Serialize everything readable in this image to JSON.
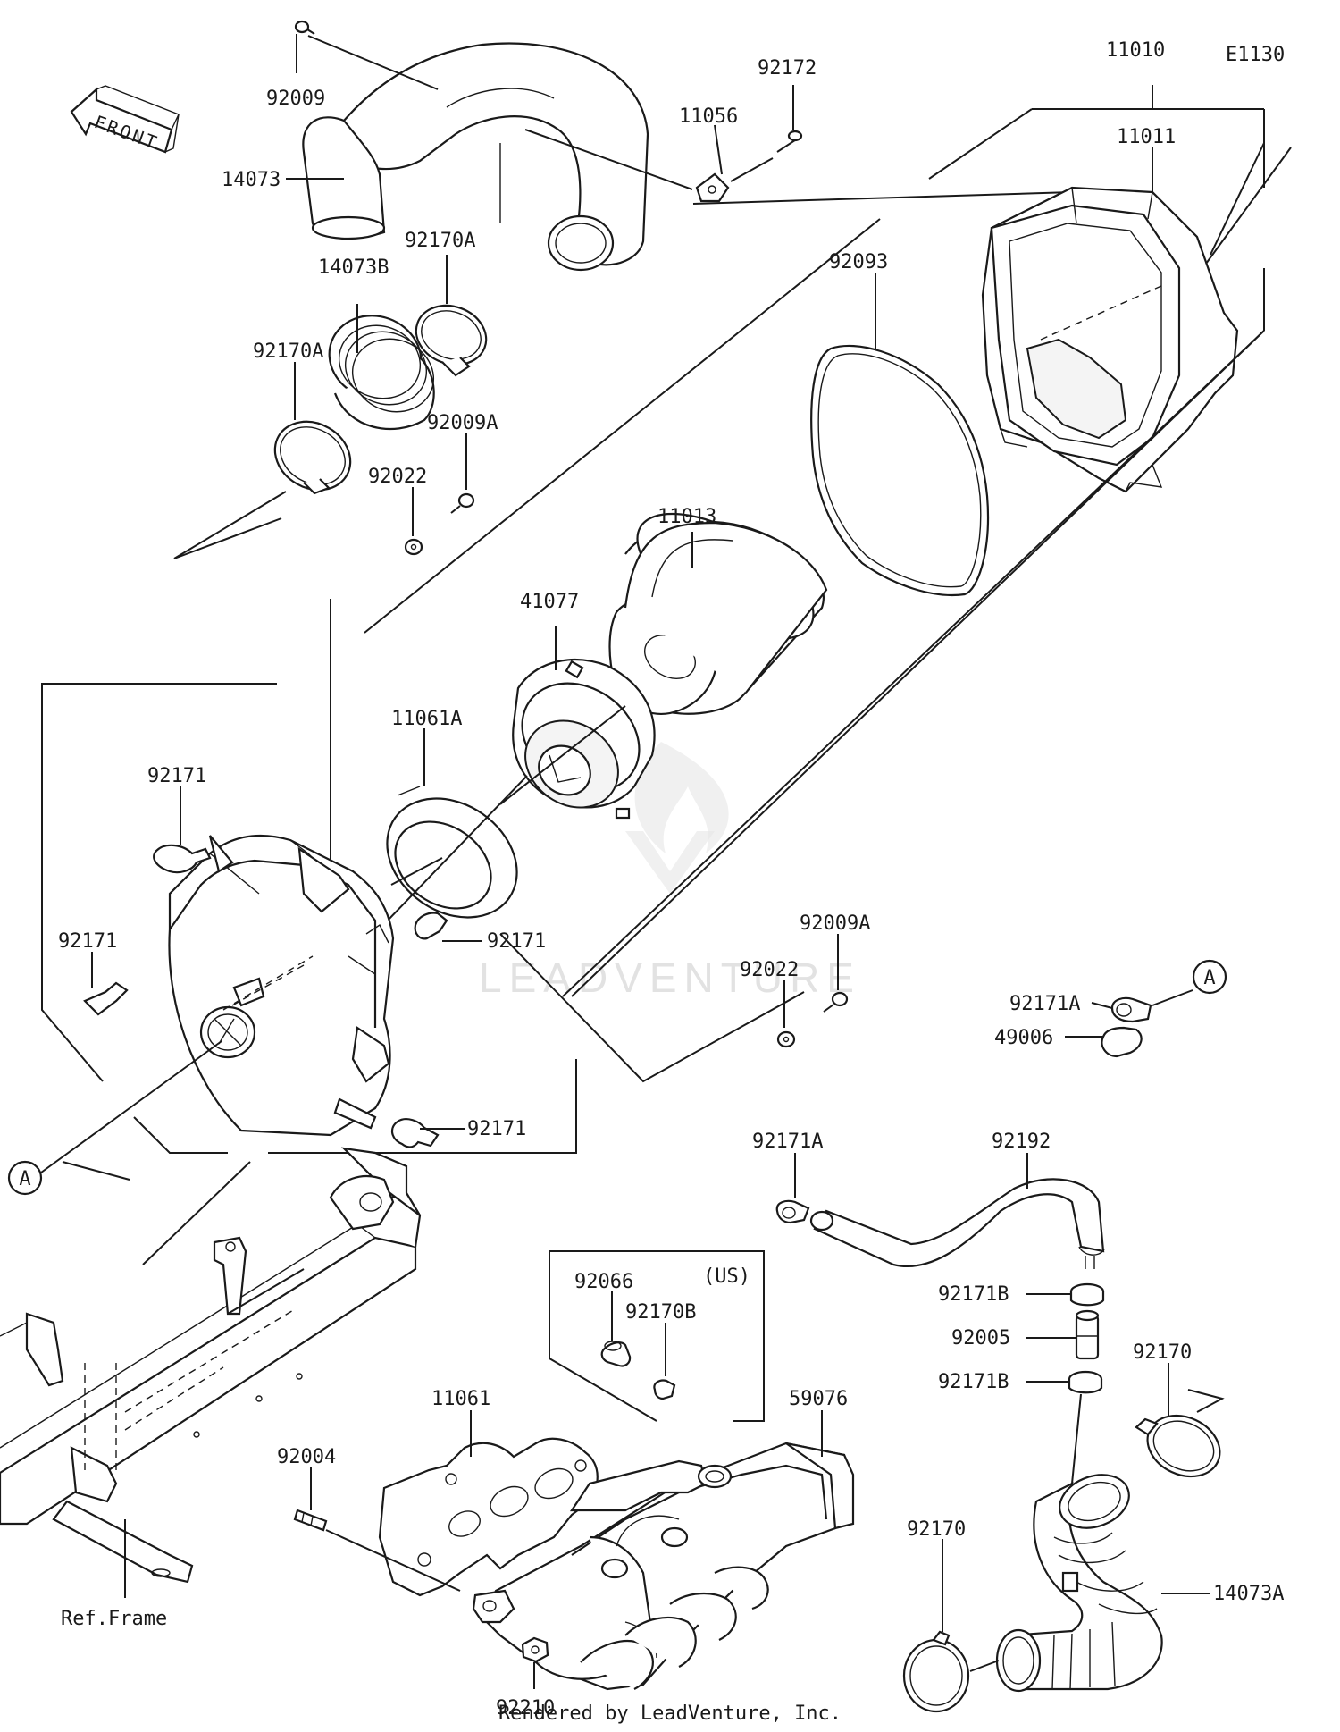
{
  "diagram_code": "E1130",
  "front_label": "FRONT",
  "ref_frame_label": "Ref.Frame",
  "us_label": "(US)",
  "watermark_text": "LEADVENTURE",
  "footer": "Rendered by LeadVenture, Inc.",
  "callout_marker": "A",
  "part_labels": {
    "p92009_top": "92009",
    "p14073": "14073",
    "p92172": "92172",
    "p11056": "11056",
    "p11010": "11010",
    "p11011": "11011",
    "p92170A_a": "92170A",
    "p14073B": "14073B",
    "p92170A_b": "92170A",
    "p92009A_a": "92009A",
    "p92022_a": "92022",
    "p92093": "92093",
    "p11013": "11013",
    "p41077": "41077",
    "p11061A": "11061A",
    "p92171_a": "92171",
    "p92171_b": "92171",
    "p92171_c": "92171",
    "p92171_d": "92171",
    "p92009A_b": "92009A",
    "p92022_b": "92022",
    "p92171A_a": "92171A",
    "p49006": "49006",
    "p92171A_b": "92171A",
    "p92192": "92192",
    "p92171B_a": "92171B",
    "p92005": "92005",
    "p92171B_b": "92171B",
    "p92170_a": "92170",
    "p92170_b": "92170",
    "p14073A": "14073A",
    "p92066": "92066",
    "p92170B": "92170B",
    "p11061": "11061",
    "p59076": "59076",
    "p92004": "92004",
    "p92210": "92210"
  }
}
